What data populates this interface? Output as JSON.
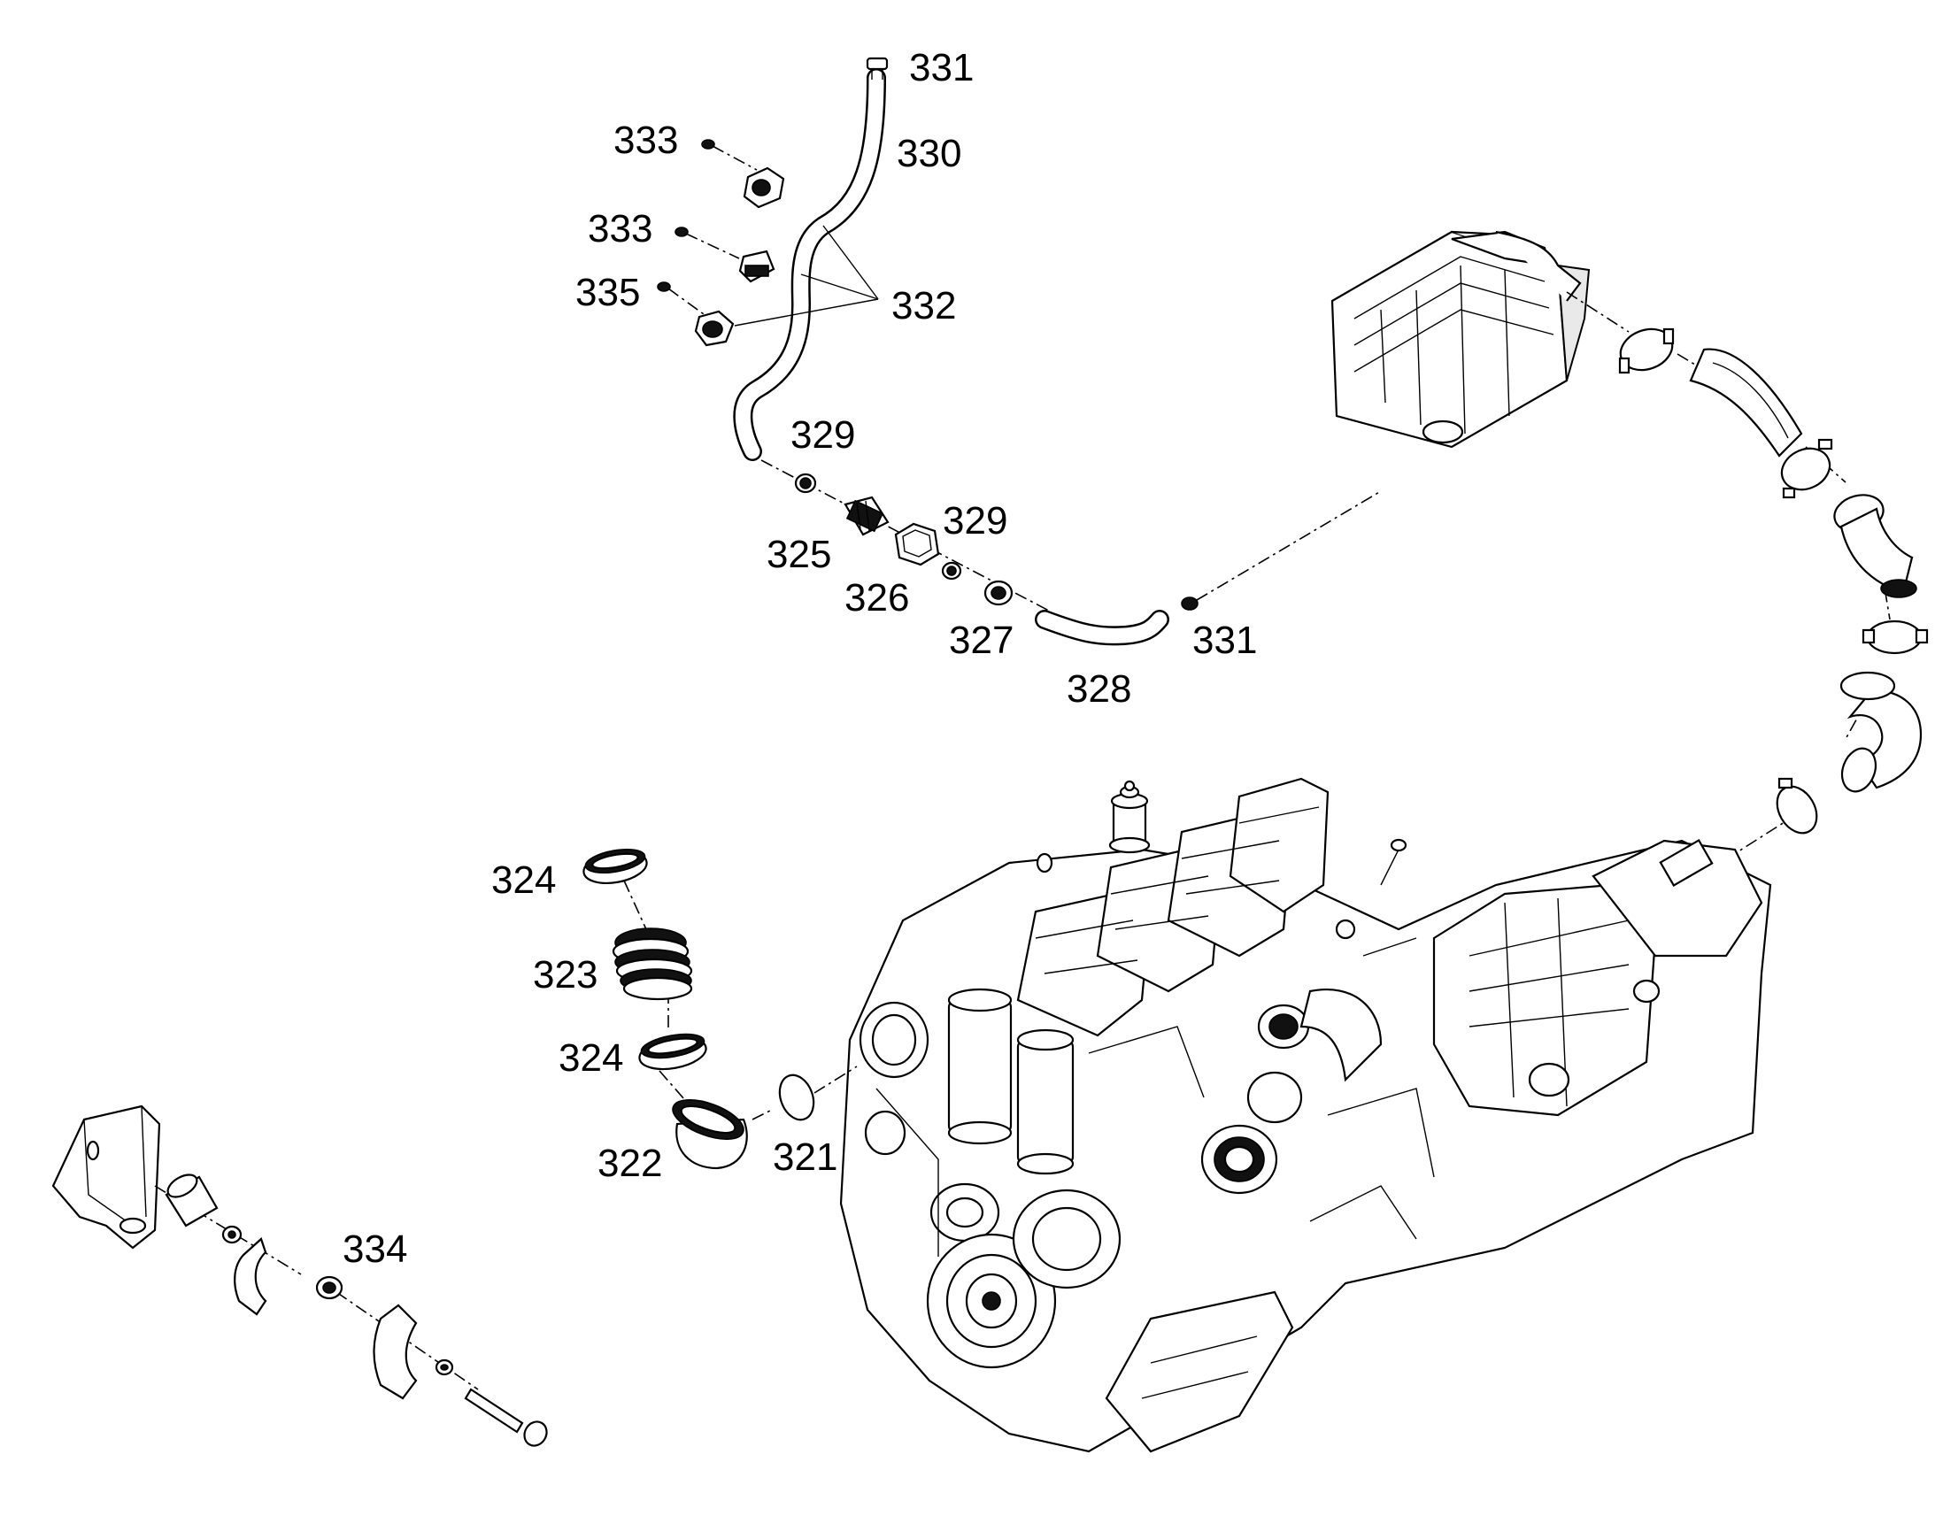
{
  "labels": {
    "l331a": "331",
    "l330": "330",
    "l333a": "333",
    "l333b": "333",
    "l335": "335",
    "l332": "332",
    "l329a": "329",
    "l325": "325",
    "l329b": "329",
    "l326": "326",
    "l327": "327",
    "l331b": "331",
    "l328": "328",
    "l324a": "324",
    "l323": "323",
    "l324b": "324",
    "l322": "322",
    "l321": "321",
    "l334": "334"
  },
  "colors": {
    "line": "#000000",
    "background": "#ffffff"
  }
}
